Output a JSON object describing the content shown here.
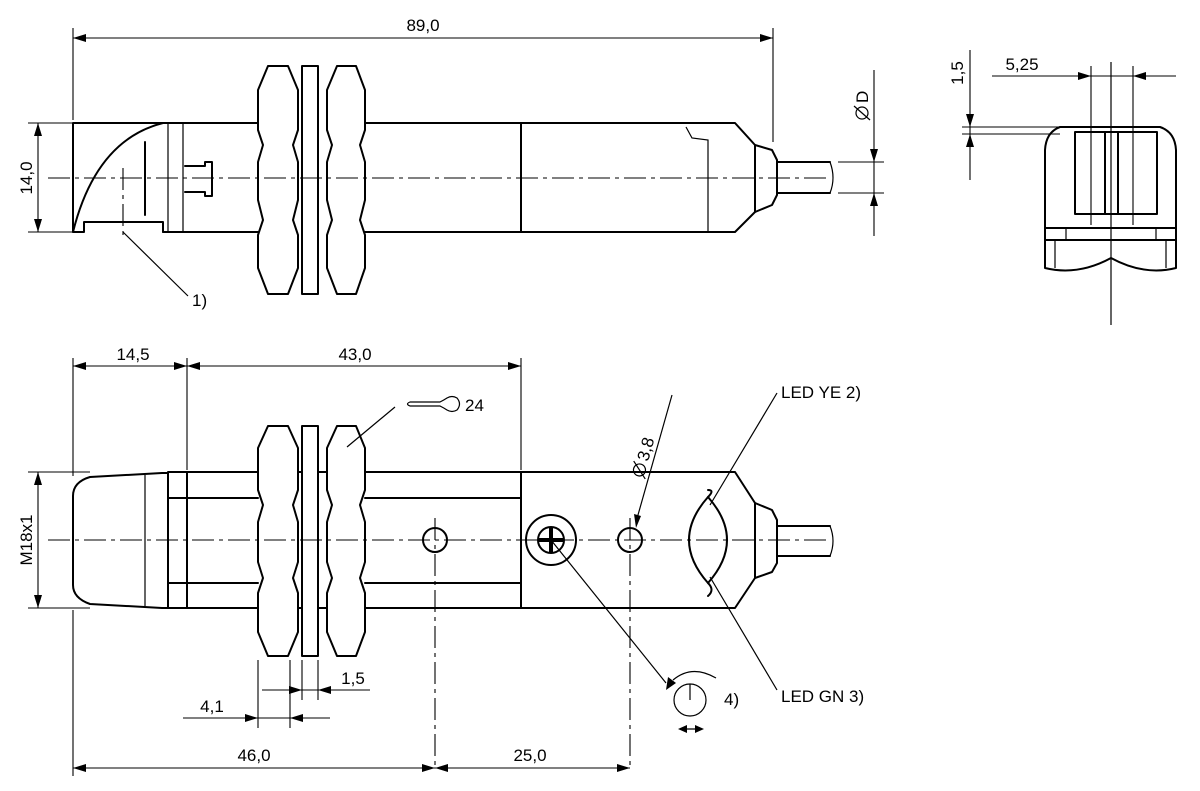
{
  "dimensions": {
    "total_length": "89,0",
    "body_height": "14,0",
    "cable_diameter": "D",
    "top_offset": "1,5",
    "end_width": "5,25",
    "front_length": "14,5",
    "thread_length": "43,0",
    "thread_size": "M18x1",
    "hole_diameter": "3,8",
    "nut_gap": "1,5",
    "nut_width": "4,1",
    "hole1_pos": "46,0",
    "hole_spacing": "25,0",
    "torque": "24"
  },
  "callouts": {
    "note1": "1)",
    "led_yellow": "LED YE 2)",
    "led_green": "LED GN 3)",
    "note4": "4)"
  },
  "symbols": {
    "diameter": "diameter-symbol",
    "wrench": "wrench-icon",
    "potentiometer": "potentiometer-icon"
  }
}
